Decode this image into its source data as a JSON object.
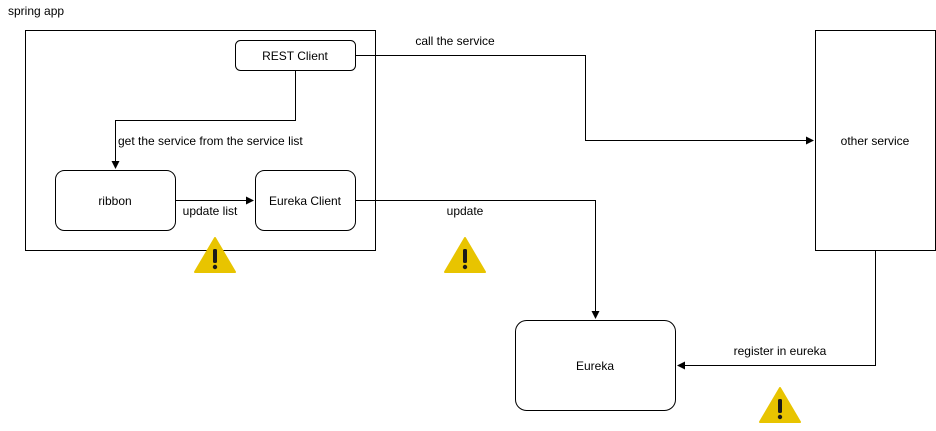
{
  "labels": {
    "spring_app": "spring app",
    "rest_client": "REST Client",
    "ribbon": "ribbon",
    "eureka_client": "Eureka Client",
    "other_service": "other service",
    "eureka": "Eureka"
  },
  "edges": {
    "call_service": "call the service",
    "get_service": "get the service from the service list",
    "update_list": "update list",
    "update": "update",
    "register": "register in eureka"
  },
  "colors": {
    "stroke": "#000000",
    "fill": "#ffffff",
    "warning_fill": "#e8c400",
    "warning_mark": "#1a1a1a"
  },
  "icons": [
    "warning-icon",
    "warning-icon",
    "warning-icon"
  ]
}
